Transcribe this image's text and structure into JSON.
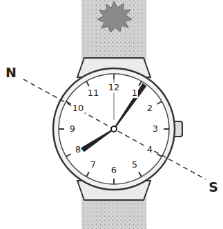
{
  "diagram": {
    "labels": [
      "N",
      "S",
      "12",
      "1",
      "2",
      "3",
      "4",
      "5",
      "6",
      "7",
      "8",
      "9",
      "10",
      "11"
    ]
  }
}
